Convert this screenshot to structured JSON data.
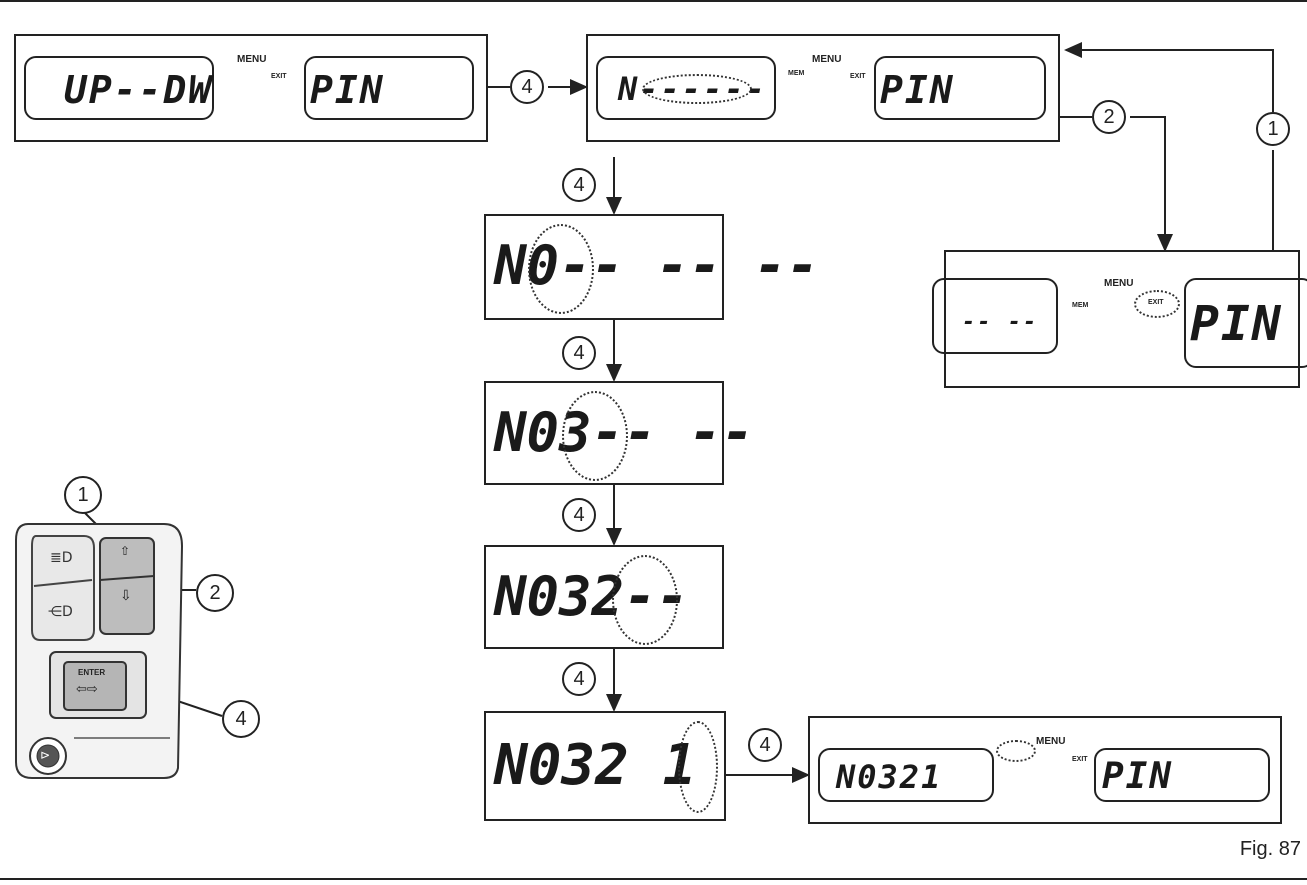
{
  "displays": {
    "screen_a": {
      "left": "UP--DW",
      "menu": "MENU",
      "exit": "EXIT",
      "right": "PIN"
    },
    "screen_b": {
      "left": "N------",
      "mem": "MEM",
      "menu": "MENU",
      "exit": "EXIT",
      "right": "PIN"
    },
    "screen_c": {
      "left": "-- --",
      "mem": "MEM",
      "menu": "MENU",
      "exit": "EXIT",
      "right": "PIN"
    },
    "step_1": "N0-- -- --",
    "step_2": "N03-- --",
    "step_3": "N032--",
    "step_4": "N032 1",
    "screen_final": {
      "left": "N0321",
      "menu": "MENU",
      "exit": "EXIT",
      "right": "PIN"
    }
  },
  "callouts": {
    "a_to_b": "4",
    "b_to_c": "2",
    "c_to_b": "1",
    "step_1": "4",
    "step_2": "4",
    "step_3": "4",
    "step_4": "4",
    "to_final": "4"
  },
  "switch_panel": {
    "callout_up": "1",
    "callout_down": "2",
    "callout_enter": "4",
    "enter_label": "ENTER"
  },
  "figure_label": "Fig. 87",
  "icons": [
    "headlight-high-icon",
    "headlight-low-icon",
    "arrow-up-icon",
    "arrow-down-icon",
    "horn-icon"
  ]
}
